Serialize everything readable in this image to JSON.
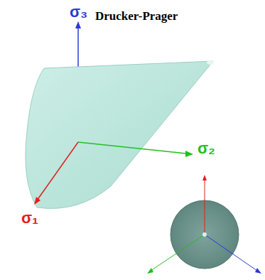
{
  "diagram": {
    "title": "Drucker-Prager",
    "labels": [
      "σ₃",
      "σ₂",
      "σ₁"
    ]
  }
}
